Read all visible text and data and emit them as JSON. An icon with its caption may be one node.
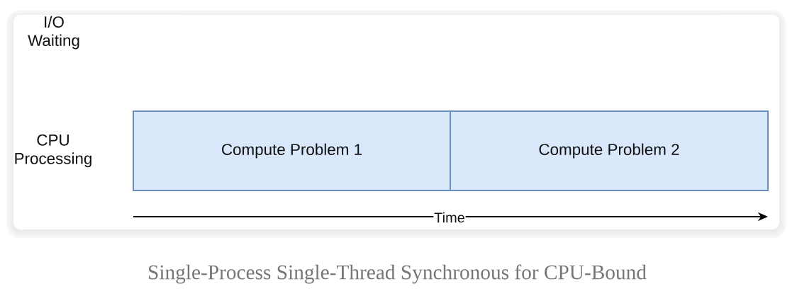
{
  "diagram": {
    "caption": "Single-Process Single-Thread Synchronous for CPU-Bound",
    "nodes": [
      {
        "text": [
          "Compute Problem 1"
        ]
      },
      {
        "text": [
          "Compute Problem 2"
        ]
      }
    ],
    "labels": [
      "I/O Waiting",
      "CPU Processing",
      "Time"
    ]
  }
}
